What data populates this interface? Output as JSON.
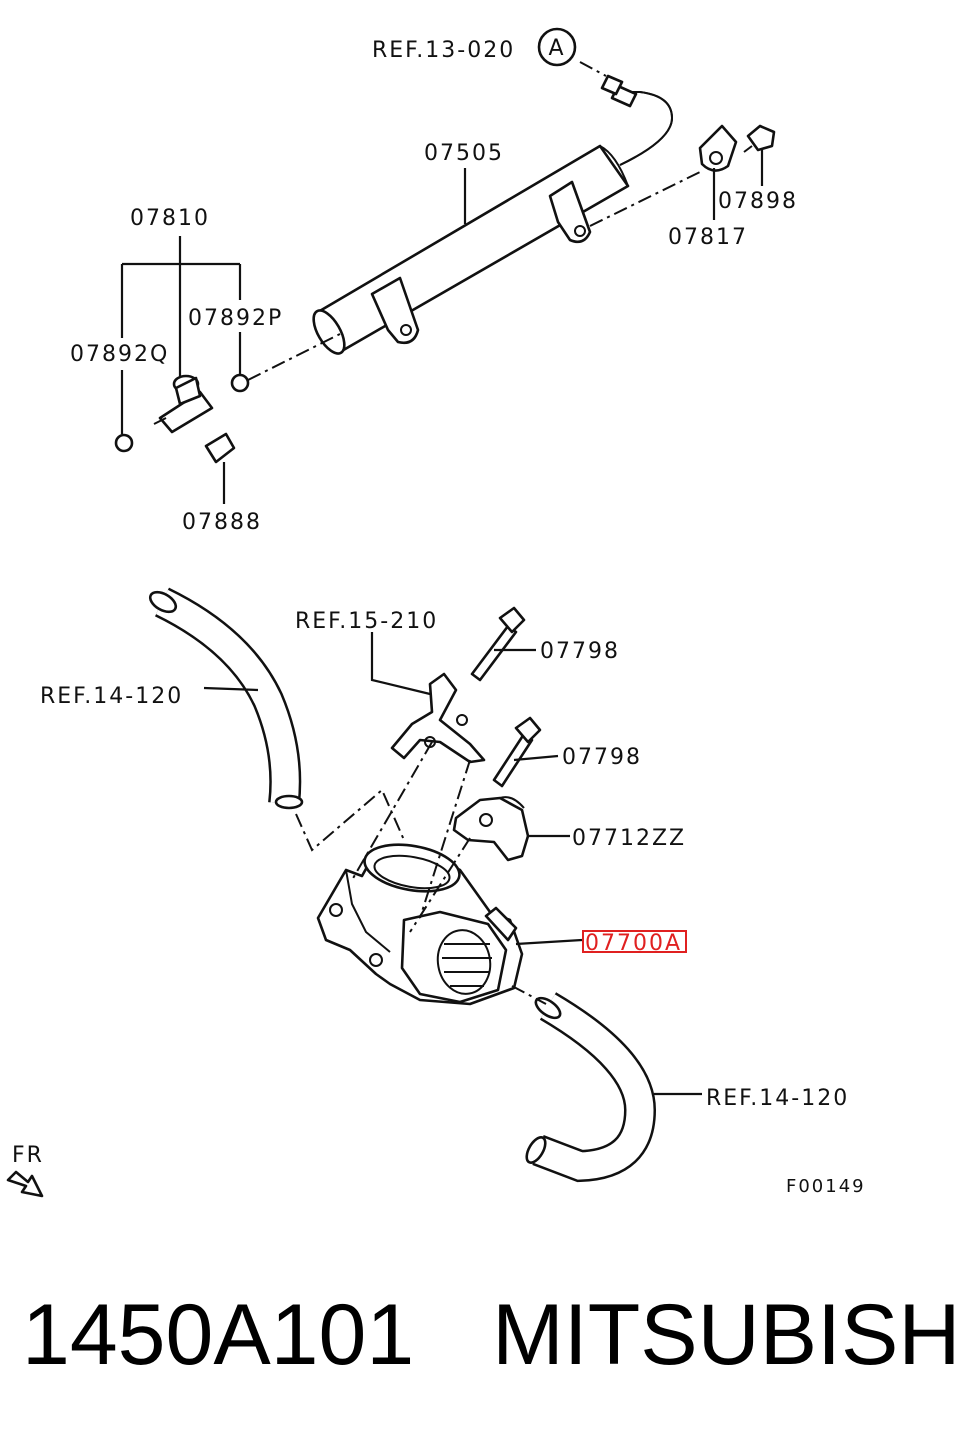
{
  "labels": {
    "ref_13_020": "REF.13-020",
    "circle_a": "A",
    "p07505": "07505",
    "p07898": "07898",
    "p07817": "07817",
    "p07810": "07810",
    "p07892p": "07892P",
    "p07892q": "07892Q",
    "p07888": "07888",
    "ref_15_210": "REF.15-210",
    "p07798_upper": "07798",
    "p07798_lower": "07798",
    "ref_14_120_left": "REF.14-120",
    "p07712zz": "07712ZZ",
    "p07700a": "07700A",
    "ref_14_120_right": "REF.14-120",
    "fr": "FR",
    "figure_code": "F00149"
  },
  "caption": {
    "part_number": "1450A101",
    "brand": "MITSUBISHI"
  },
  "colors": {
    "highlight": "#e02020",
    "line": "#111111"
  }
}
